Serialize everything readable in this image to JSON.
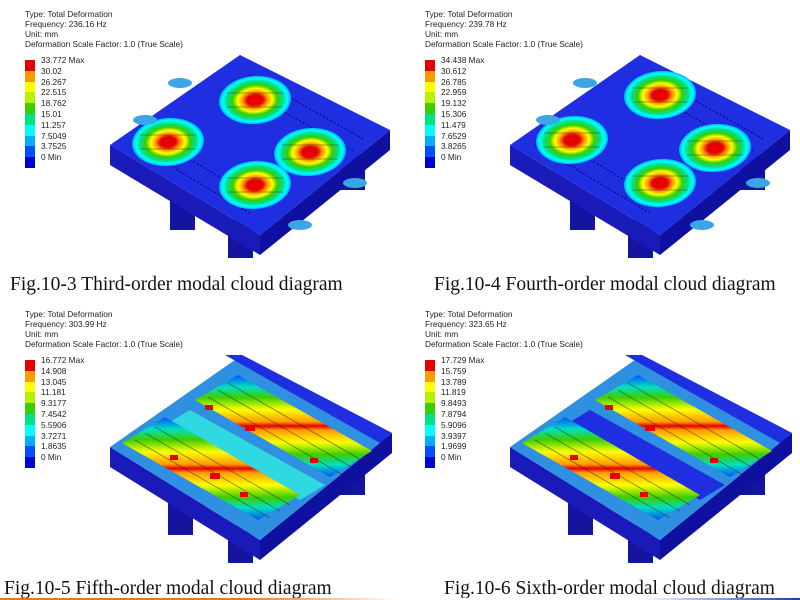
{
  "legend_colors": [
    "#e60000",
    "#ff9a00",
    "#ffff00",
    "#b7f200",
    "#3ccd00",
    "#00e08a",
    "#00ffff",
    "#00b0ff",
    "#0050ff",
    "#0000d2"
  ],
  "panels": [
    {
      "info": {
        "type": "Type: Total Deformation",
        "frequency": "Frequency: 236.16 Hz",
        "unit": "Unit: mm",
        "scale": "Deformation Scale Factor: 1.0 (True Scale)"
      },
      "legend": [
        "33.772 Max",
        "30.02",
        "26.267",
        "22.515",
        "18.762",
        "15.01",
        "11.257",
        "7.5049",
        "3.7525",
        "0 Min"
      ],
      "caption": "Fig.10-3  Third-order modal cloud diagram",
      "pattern": "four-pads"
    },
    {
      "info": {
        "type": "Type: Total Deformation",
        "frequency": "Frequency: 239.78 Hz",
        "unit": "Unit: mm",
        "scale": "Deformation Scale Factor: 1.0 (True Scale)"
      },
      "legend": [
        "34.438 Max",
        "30.612",
        "26.785",
        "22.959",
        "19.132",
        "15.306",
        "11.479",
        "7.6529",
        "3.8265",
        "0 Min"
      ],
      "caption": "Fig.10-4  Fourth-order modal cloud diagram",
      "pattern": "four-pads"
    },
    {
      "info": {
        "type": "Type: Total Deformation",
        "frequency": "Frequency: 303.99 Hz",
        "unit": "Unit: mm",
        "scale": "Deformation Scale Factor: 1.0 (True Scale)"
      },
      "legend": [
        "16.772 Max",
        "14.908",
        "13.045",
        "11.181",
        "9.3177",
        "7.4542",
        "5.5906",
        "3.7271",
        "1.8635",
        "0 Min"
      ],
      "caption": "Fig.10-5  Fifth-order modal cloud diagram",
      "pattern": "two-bands-cyan-center"
    },
    {
      "info": {
        "type": "Type: Total Deformation",
        "frequency": "Frequency: 323.65 Hz",
        "unit": "Unit: mm",
        "scale": "Deformation Scale Factor: 1.0 (True Scale)"
      },
      "legend": [
        "17.729 Max",
        "15.759",
        "13.789",
        "11.819",
        "9.8493",
        "7.8794",
        "5.9096",
        "3.9397",
        "1.9699",
        "0 Min"
      ],
      "caption": "Fig.10-6  Sixth-order modal cloud diagram",
      "pattern": "two-bands-blue-center"
    }
  ]
}
